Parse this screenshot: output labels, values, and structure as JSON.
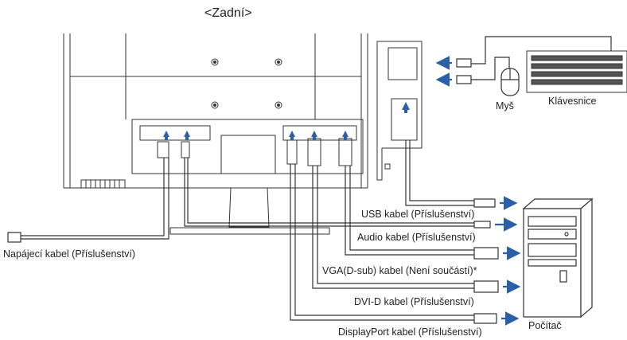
{
  "title": "<Zadní>",
  "peripherals": {
    "mouse": "Myš",
    "keyboard": "Klávesnice",
    "computer": "Počítač"
  },
  "cables": {
    "usb": "USB kabel (Příslušenství)",
    "audio": "Audio kabel (Příslušenství)",
    "vga": "VGA(D-sub) kabel (Není součástí)*",
    "dvi": "DVI-D kabel (Příslušenství)",
    "displayport": "DisplayPort kabel (Příslušenství)",
    "power": "Napájecí kabel (Příslušenství)"
  },
  "colors": {
    "arrow": "#2b5fa8",
    "line": "#333333"
  }
}
